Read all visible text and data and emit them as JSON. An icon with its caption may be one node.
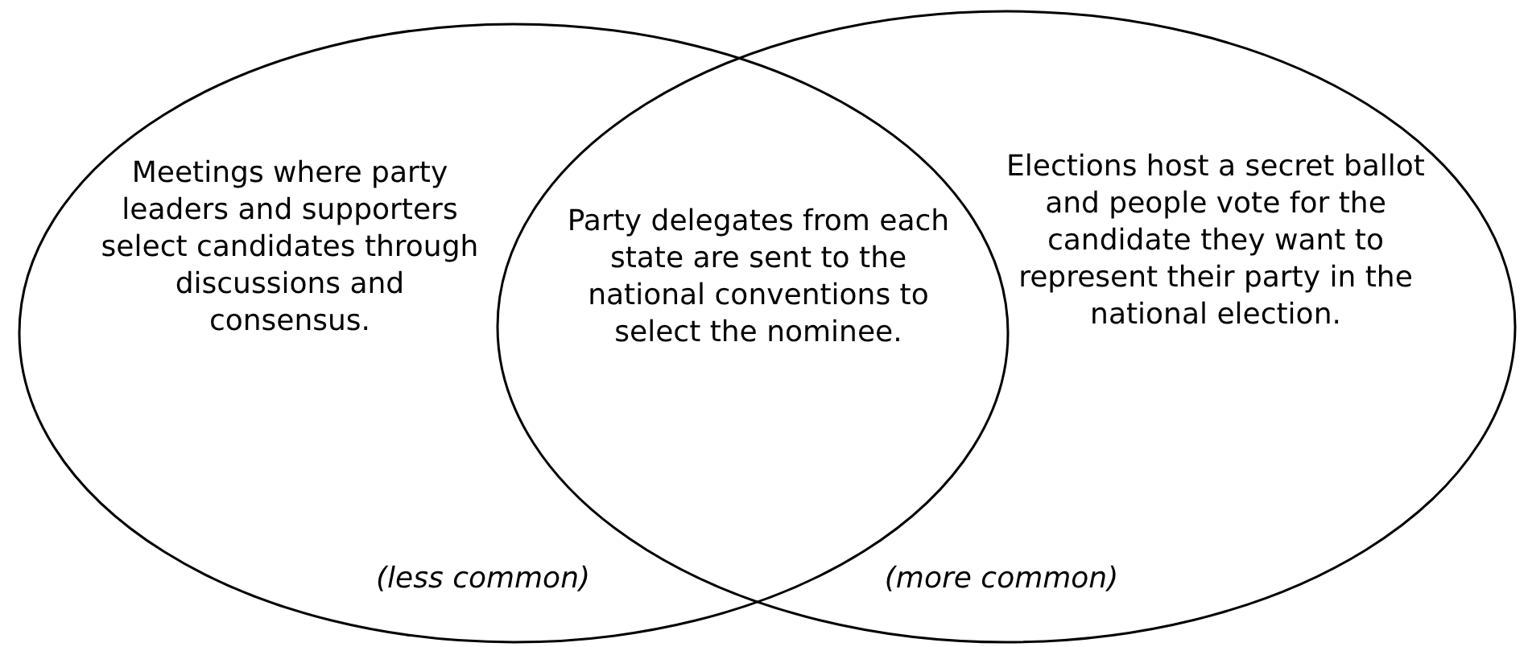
{
  "diagram": {
    "nodes": [
      {
        "text": [
          "Meetings where party leaders and supporters select candidates through discussions and consensus.",
          "(less common)"
        ]
      },
      {
        "text": [
          "Elections host a secret ballot and people vote for the candidate they want to represent their party in the national election.",
          "(more common)"
        ]
      },
      {
        "text": [
          "Party delegates from each state are sent to the national conventions to select the nominee."
        ]
      }
    ]
  }
}
